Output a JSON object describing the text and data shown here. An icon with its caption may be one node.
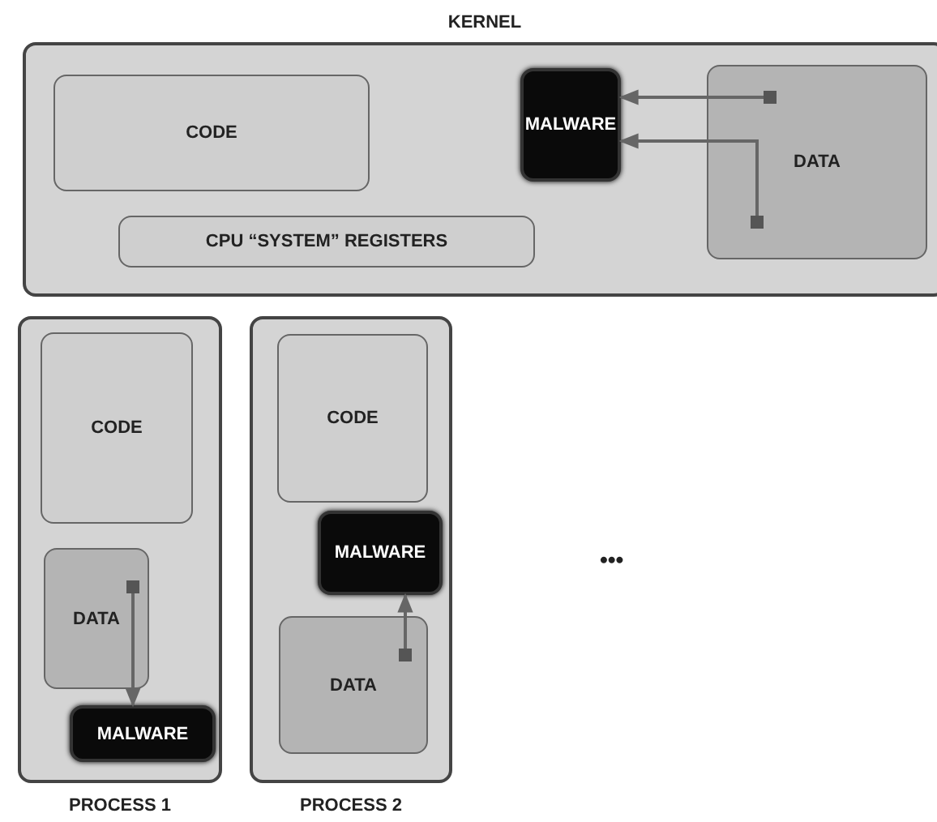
{
  "diagram": {
    "nodes": [
      {
        "text": [
          "KERNEL"
        ]
      },
      {
        "text": [
          "CODE"
        ],
        "in": 0
      },
      {
        "text": [
          "CPU “SYSTEM” REGISTERS"
        ],
        "in": 0
      },
      {
        "text": [
          "MALWARE"
        ],
        "in": 0
      },
      {
        "text": [
          "DATA"
        ],
        "in": 0
      },
      {
        "text": [
          "PROCESS 1"
        ]
      },
      {
        "text": [
          "CODE"
        ],
        "in": 5
      },
      {
        "text": [
          "DATA"
        ],
        "in": 5
      },
      {
        "text": [
          "MALWARE"
        ],
        "in": 5
      },
      {
        "text": [
          "PROCESS 2"
        ]
      },
      {
        "text": [
          "CODE"
        ],
        "in": 9
      },
      {
        "text": [
          "MALWARE"
        ],
        "in": 9
      },
      {
        "text": [
          "DATA"
        ],
        "in": 9
      }
    ],
    "edges": [
      {
        "from": 4,
        "to": 3,
        "arrow": "to"
      },
      {
        "from": 4,
        "to": 3,
        "arrow": "to"
      },
      {
        "from": 7,
        "to": 8,
        "arrow": "to"
      },
      {
        "from": 12,
        "to": 11,
        "arrow": "to"
      }
    ],
    "labels": [
      "•••"
    ]
  }
}
